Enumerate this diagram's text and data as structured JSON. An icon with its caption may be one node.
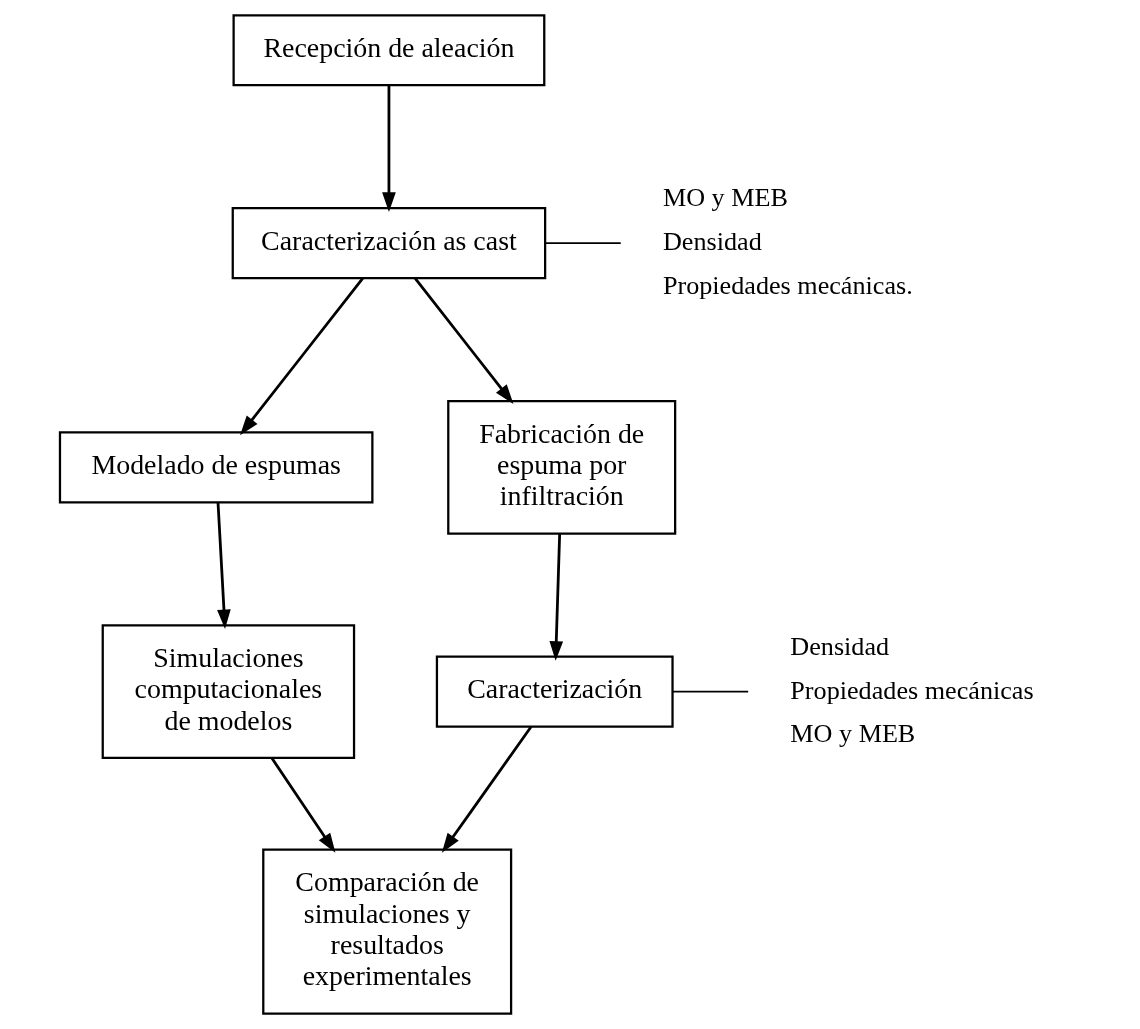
{
  "diagram": {
    "nodes": [
      {
        "text": [
          "Recepción de aleación"
        ]
      },
      {
        "text": [
          "Caracterización as cast"
        ],
        "beside": [
          "MO y MEB",
          "Densidad",
          "Propiedades mecánicas."
        ]
      },
      {
        "text": [
          "Modelado de espumas"
        ]
      },
      {
        "text": [
          "Fabricación de espuma por infiltración"
        ]
      },
      {
        "text": [
          "Simulaciones computacionales de modelos"
        ]
      },
      {
        "text": [
          "Caracterización"
        ],
        "beside": [
          "Densidad",
          "Propiedades mecánicas",
          "MO y MEB"
        ]
      },
      {
        "text": [
          "Comparación de simulaciones y resultados experimentales"
        ]
      }
    ],
    "edges": [
      {
        "from": 0,
        "to": 1,
        "arrow": "to"
      },
      {
        "from": 1,
        "to": 2,
        "arrow": "to"
      },
      {
        "from": 1,
        "to": 3,
        "arrow": "to"
      },
      {
        "from": 2,
        "to": 4,
        "arrow": "to"
      },
      {
        "from": 3,
        "to": 5,
        "arrow": "to"
      },
      {
        "from": 5,
        "to": 6,
        "arrow": "to"
      },
      {
        "from": 4,
        "to": 6,
        "arrow": "to"
      }
    ]
  }
}
